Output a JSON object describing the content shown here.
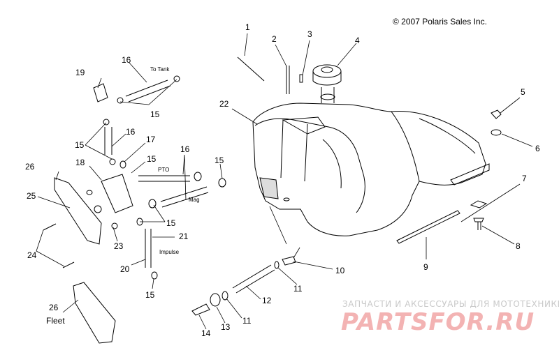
{
  "copyright": "© 2007 Polaris Sales Inc.",
  "notes": {
    "to_tank": "To Tank",
    "pto": "PTO",
    "mag": "Mag",
    "impulse": "Impulse",
    "fleet": "Fleet"
  },
  "callouts": {
    "c1": "1",
    "c2": "2",
    "c3": "3",
    "c4": "4",
    "c5": "5",
    "c6": "6",
    "c7": "7",
    "c8": "8",
    "c9": "9",
    "c10": "10",
    "c11a": "11",
    "c11b": "11",
    "c12": "12",
    "c13": "13",
    "c14": "14",
    "c15a": "15",
    "c15b": "15",
    "c15c": "15",
    "c15d": "15",
    "c15e": "15",
    "c15f": "15",
    "c16a": "16",
    "c16b": "16",
    "c16c": "16",
    "c17": "17",
    "c18": "18",
    "c19": "19",
    "c20": "20",
    "c21": "21",
    "c22": "22",
    "c23": "23",
    "c24": "24",
    "c25": "25",
    "c26a": "26",
    "c26b": "26"
  },
  "watermark": {
    "tagline": "ЗАПЧАСТИ И АКСЕССУАРЫ ДЛЯ МОТОТЕХНИКИ",
    "logo": "PARTSFOR.RU"
  }
}
